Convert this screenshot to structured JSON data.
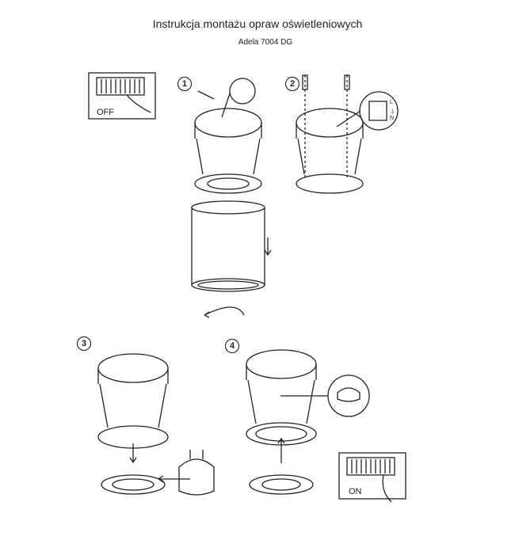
{
  "header": {
    "title": "Instrukcja montażu opraw oświetleniowych",
    "subtitle": "Adela 7004 DG"
  },
  "steps": [
    "1",
    "2",
    "3",
    "4"
  ],
  "switch_off_label": "OFF",
  "switch_on_label": "ON",
  "terminal_labels": [
    "L",
    "⏚",
    "N"
  ]
}
